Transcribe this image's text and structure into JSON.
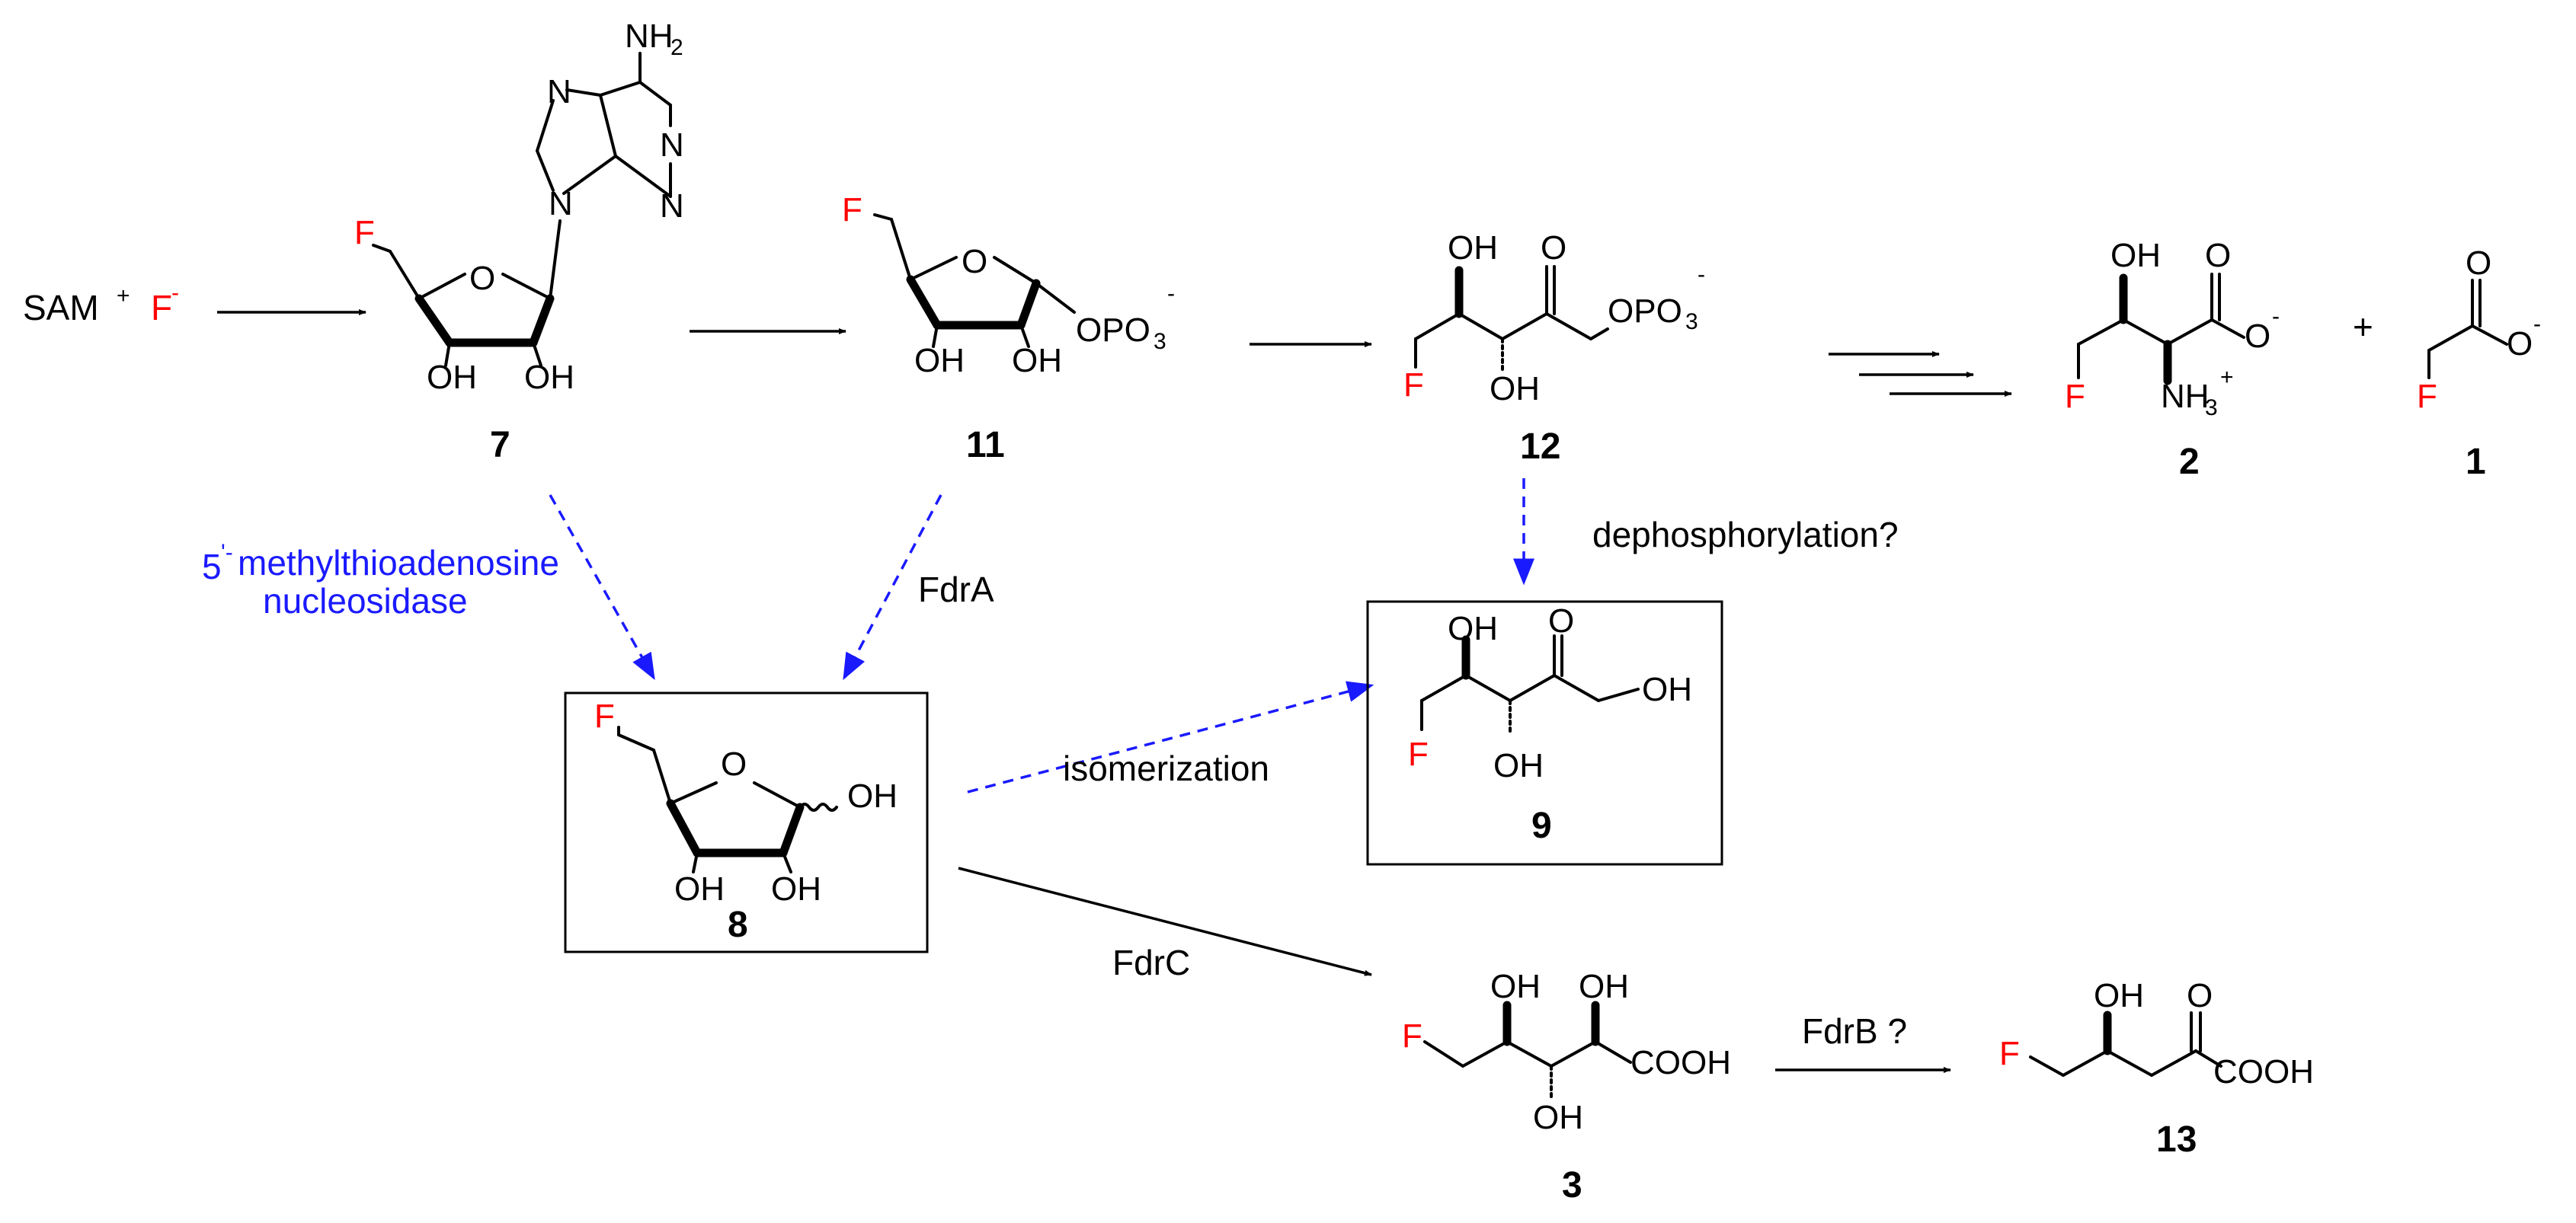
{
  "colors": {
    "fluorine": "#ff0000",
    "dashed_arrow": "#1a1aff",
    "text": "#000000",
    "enzyme_blue": "#1a1aff"
  },
  "atoms": {
    "F": "F",
    "O": "O",
    "N": "N",
    "OH": "OH",
    "NH2": "NH",
    "NH3": "NH",
    "sub2": "2",
    "sub3": "3",
    "OPO3": "OPO",
    "COOH": "COOH",
    "minus": "-",
    "plus": "+"
  },
  "reactants": {
    "sam": "SAM",
    "plus_sign": "+",
    "fluoride": "F",
    "fluoride_charge": "-"
  },
  "compounds": {
    "c7": "7",
    "c11": "11",
    "c12": "12",
    "c2": "2",
    "c1": "1",
    "c8": "8",
    "c9": "9",
    "c3": "3",
    "c13": "13",
    "plus_between": "+"
  },
  "enzymes": {
    "mtan_line1_pre": "5",
    "mtan_line1_prime": "'-",
    "mtan_line1_post": "methylthioadenosine",
    "mtan_line2": "nucleosidase",
    "fdra": "FdrA",
    "fdrc": "FdrC",
    "fdrb": "FdrB ?",
    "isomerization": "isomerization",
    "dephosphorylation": "dephosphorylation?"
  }
}
